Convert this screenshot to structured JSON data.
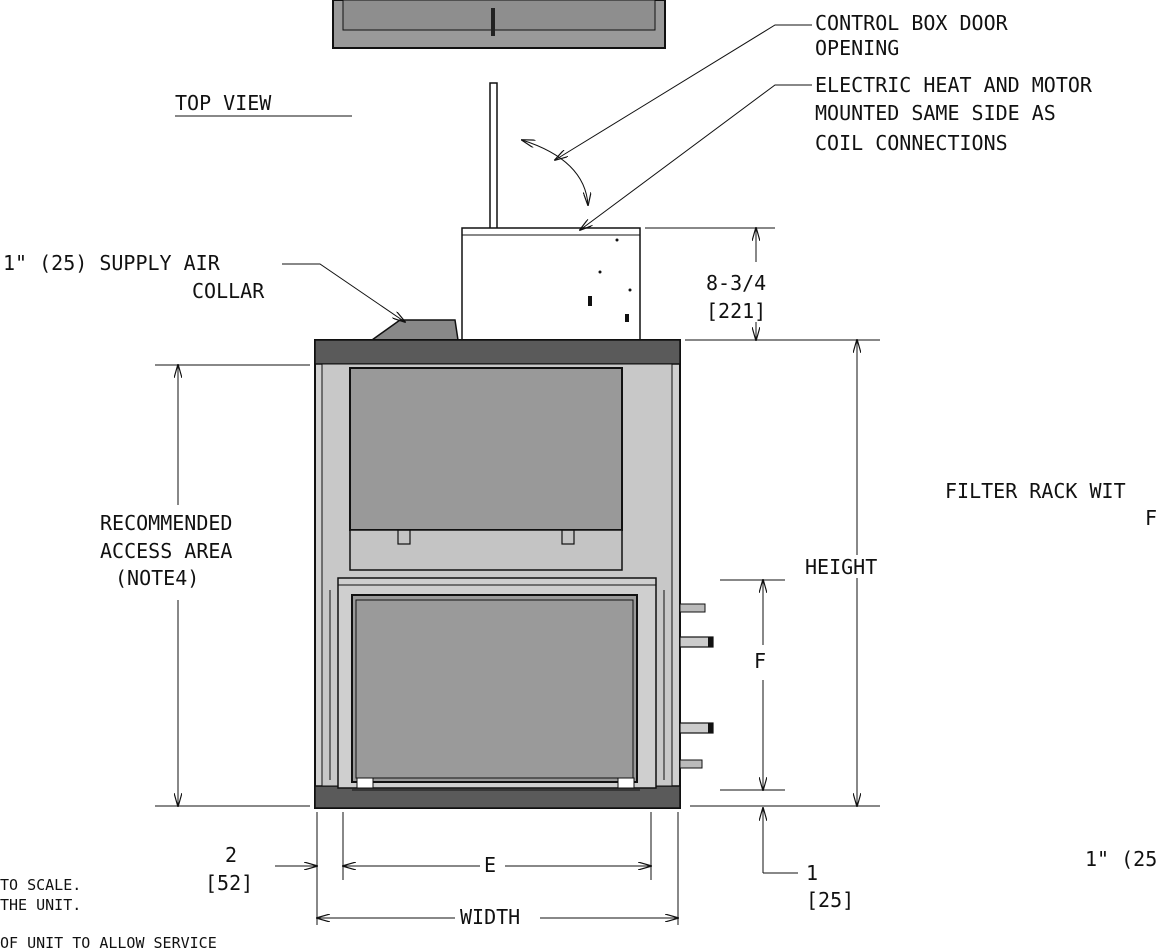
{
  "labels": {
    "top_view": "TOP VIEW",
    "control_box_door_1": "CONTROL BOX DOOR",
    "control_box_door_2": "OPENING",
    "electric_heat_1": "ELECTRIC HEAT AND MOTOR",
    "electric_heat_2": "MOUNTED SAME SIDE AS",
    "electric_heat_3": "COIL CONNECTIONS",
    "supply_air_1": "1\"  (25) SUPPLY AIR",
    "supply_air_2": "COLLAR",
    "dim_8_3_4": "8-3/4",
    "dim_221": "[221]",
    "recommended_1": "RECOMMENDED",
    "recommended_2": "ACCESS AREA",
    "recommended_3": "(NOTE4)",
    "height": "HEIGHT",
    "f_label": "F",
    "filter_rack_1": "FILTER RACK WIT",
    "filter_rack_2": "F",
    "dim_2": "2",
    "dim_52": "[52]",
    "e_label": "E",
    "dim_1": "1",
    "dim_25": "[25]",
    "width": "WIDTH",
    "one_inch_25": "1\"  (25",
    "note_1": "TO SCALE.",
    "note_2": "THE UNIT.",
    "note_3": "OF UNIT TO ALLOW SERVICE"
  },
  "colors": {
    "panel": "#999999",
    "frame": "#cdcdcd",
    "dark_band": "#555555",
    "line": "#111111"
  }
}
